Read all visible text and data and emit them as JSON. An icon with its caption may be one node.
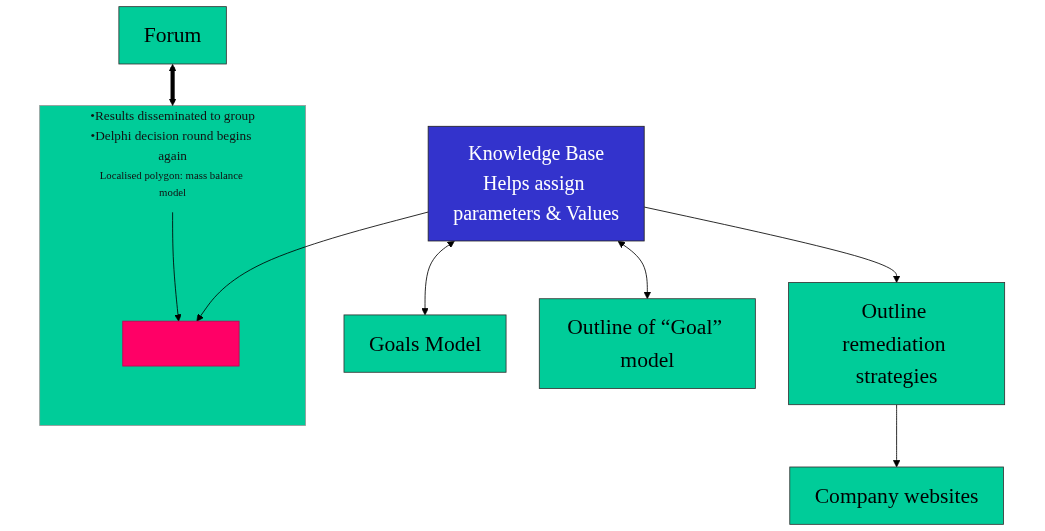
{
  "diagram": {
    "nodes": [
      {
        "text": [
          "•Results disseminated to group",
          "•Delphi decision round begins again"
        ]
      },
      {
        "text": [
          "Localised polygon: mass balance model"
        ],
        "in": 0
      },
      {
        "text": [],
        "shape": "box",
        "in": 0
      },
      {
        "text": [
          "Forum"
        ]
      },
      {
        "text": [
          "Knowledge Base",
          "Helps assign parameters & Values"
        ]
      },
      {
        "text": [
          "Goals Model"
        ]
      },
      {
        "text": [
          "Outline remediation strategies"
        ]
      },
      {
        "text": [
          "Company websites"
        ]
      },
      {
        "text": [
          "Outline of “Goal” model"
        ]
      }
    ],
    "edges": [
      {
        "from": 1,
        "to": 2,
        "arrow": "to"
      },
      {
        "from": 4,
        "to": 2,
        "arrow": "to"
      },
      {
        "from": 3,
        "to": 0,
        "arrow": "both",
        "style": "thick"
      },
      {
        "from": 4,
        "to": 5,
        "arrow": "both"
      },
      {
        "from": 4,
        "to": 6,
        "arrow": "to"
      },
      {
        "from": 6,
        "to": 7,
        "arrow": "to"
      },
      {
        "from": 4,
        "to": 8,
        "arrow": "both"
      }
    ]
  }
}
